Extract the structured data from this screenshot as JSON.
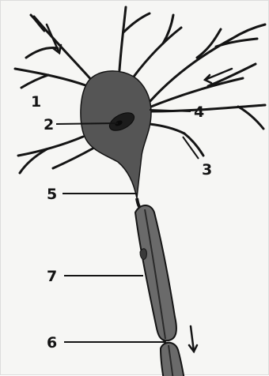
{
  "diagram": {
    "labels": {
      "l1": "1",
      "l2": "2",
      "l3": "3",
      "l4": "4",
      "l5": "5",
      "l6": "6",
      "l7": "7"
    },
    "colors": {
      "ink": "#141414",
      "cell_body": "#555555",
      "nucleus": "#1c1c1c",
      "myelin": "#6a6a6a",
      "background": "#f6f6f4"
    },
    "icons": [
      "arrow-icon",
      "arrow-icon",
      "arrow-icon"
    ]
  }
}
